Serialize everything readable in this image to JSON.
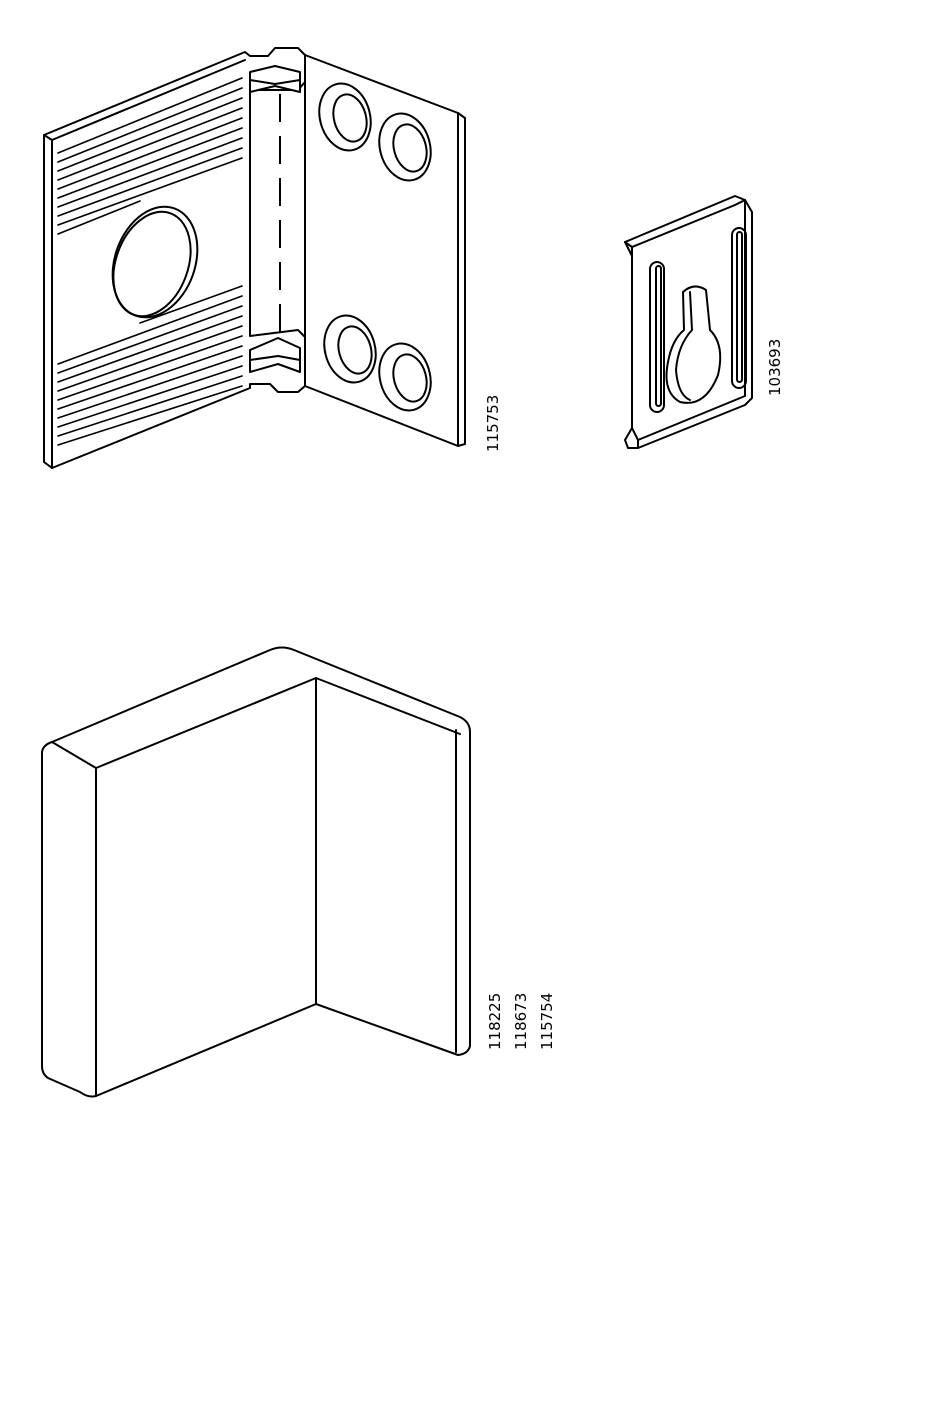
{
  "diagram": {
    "parts": [
      {
        "id": "corner-bracket",
        "codes": [
          "115753"
        ]
      },
      {
        "id": "keyhole-plate",
        "codes": [
          "103693"
        ]
      },
      {
        "id": "corner-cover",
        "codes": [
          "118225",
          "118673",
          "115754"
        ]
      }
    ]
  },
  "colors": {
    "line": "#000000",
    "background": "#ffffff"
  }
}
